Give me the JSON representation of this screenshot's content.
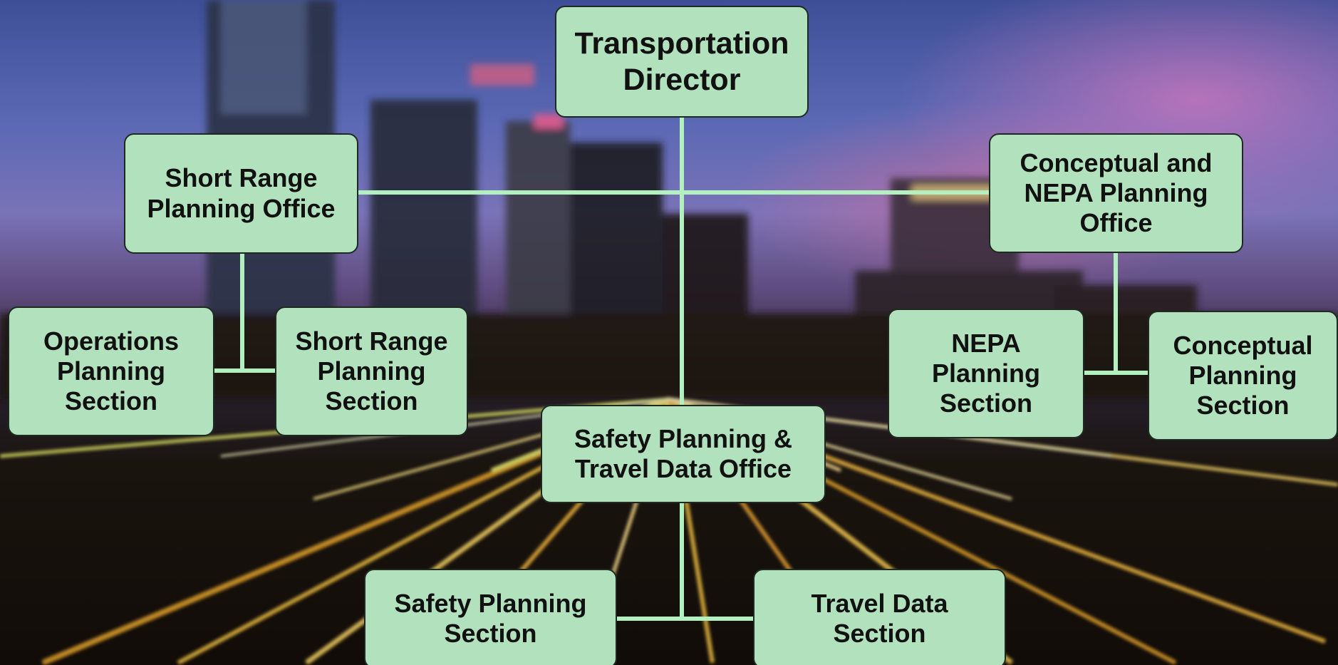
{
  "org_chart": {
    "director": "Transportation\nDirector",
    "short_range_office": "Short Range\nPlanning Office",
    "conceptual_nepa_office": "Conceptual and\nNEPA Planning\nOffice",
    "operations_section": "Operations\nPlanning\nSection",
    "short_range_section": "Short Range\nPlanning\nSection",
    "nepa_section": "NEPA\nPlanning\nSection",
    "conceptual_section": "Conceptual\nPlanning\nSection",
    "safety_travel_office": "Safety Planning &\nTravel Data Office",
    "safety_section": "Safety Planning\nSection",
    "travel_data_section": "Travel Data\nSection"
  },
  "colors": {
    "box_fill": "#b2e2bd",
    "connector": "#b2f0c0"
  }
}
